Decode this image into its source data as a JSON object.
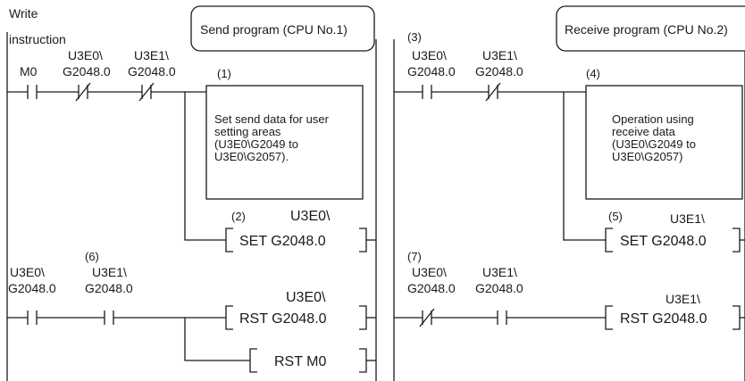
{
  "send": {
    "header": "Send program (CPU No.1)",
    "write_label": [
      "Write",
      "instruction"
    ],
    "rung1": {
      "contact_m0": "M0",
      "contact_e0": [
        "U3E0\\",
        "G2048.0"
      ],
      "contact_e1": [
        "U3E1\\",
        "G2048.0"
      ],
      "step1": "(1)",
      "box_text": [
        "Set send data for user",
        "setting areas",
        "(U3E0\\G2049 to",
        "U3E0\\G2057)."
      ],
      "step2": "(2)",
      "coil_device": "U3E0\\",
      "coil": "SET G2048.0"
    },
    "rung2": {
      "step6": "(6)",
      "contact_e0": [
        "U3E0\\",
        "G2048.0"
      ],
      "contact_e1": [
        "U3E1\\",
        "G2048.0"
      ],
      "coil_device": "U3E0\\",
      "coil_rst": "RST G2048.0",
      "coil_rst_m0": "RST M0"
    }
  },
  "receive": {
    "header": "Receive program (CPU No.2)",
    "step3": "(3)",
    "rung1": {
      "contact_e0": [
        "U3E0\\",
        "G2048.0"
      ],
      "contact_e1": [
        "U3E1\\",
        "G2048.0"
      ],
      "step4": "(4)",
      "box_text": [
        "Operation using",
        "receive data",
        "(U3E0\\G2049 to",
        "U3E0\\G2057)"
      ],
      "step5": "(5)",
      "coil_device": "U3E1\\",
      "coil": "SET G2048.0"
    },
    "rung2": {
      "step7": "(7)",
      "contact_e0": [
        "U3E0\\",
        "G2048.0"
      ],
      "contact_e1": [
        "U3E1\\",
        "G2048.0"
      ],
      "coil_device": "U3E1\\",
      "coil_rst": "RST G2048.0"
    }
  }
}
